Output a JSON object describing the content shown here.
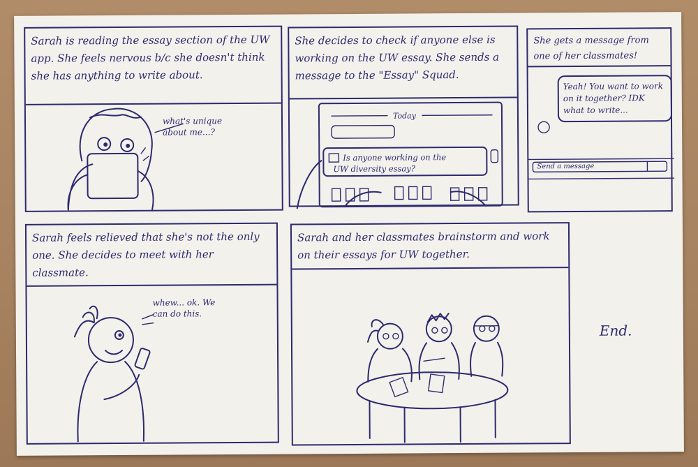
{
  "panels": [
    {
      "caption": "Sarah is reading the essay section of the UW app. She feels nervous b/c she doesn't think she has anything to write about.",
      "speech": "what's unique about me...?"
    },
    {
      "caption": "She decides to check if anyone else is working on the UW essay. She sends a message to the \"Essay\" Squad.",
      "phone_header": "Today",
      "phone_message": "Is anyone working on the UW diversity essay?"
    },
    {
      "caption": "She gets a message from one of her classmates!",
      "reply": "Yeah! You want to work on it together? IDK what to write...",
      "input_placeholder": "Send a message"
    },
    {
      "caption": "Sarah feels relieved that she's not the only one. She decides to meet with her classmate.",
      "speech": "whew... ok. We can do this."
    },
    {
      "caption": "Sarah and her classmates brainstorm and work on their essays for UW together."
    }
  ],
  "end_label": "End."
}
